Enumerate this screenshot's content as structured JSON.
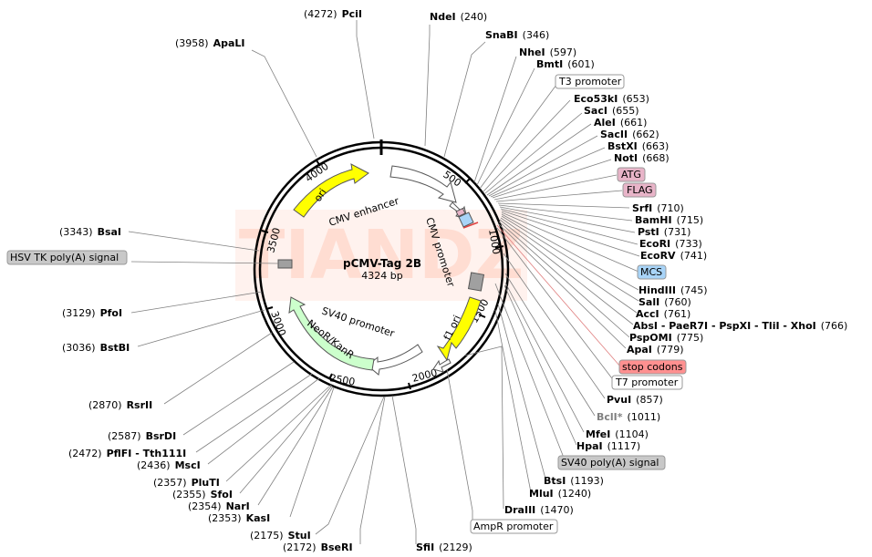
{
  "plasmid": {
    "name": "pCMV-Tag 2B",
    "length": "4324 bp"
  },
  "watermark": "TIANDZ",
  "ticks": [
    "500",
    "1000",
    "1500",
    "2000",
    "2500",
    "3000",
    "3500",
    "4000"
  ],
  "features": [
    {
      "id": "ori",
      "label": "ori",
      "color": "#ffff00"
    },
    {
      "id": "cmv-enhancer",
      "label": "CMV enhancer",
      "color": "#ffffff"
    },
    {
      "id": "cmv-promoter",
      "label": "CMV promoter",
      "color": "#ffffff"
    },
    {
      "id": "f1-ori",
      "label": "f1 ori",
      "color": "#ffff00"
    },
    {
      "id": "sv40-promoter",
      "label": "SV40 promoter",
      "color": "#ffffff"
    },
    {
      "id": "neor-kanr",
      "label": "NeoR/KanR",
      "color": "#ccffcc"
    }
  ],
  "sites": [
    {
      "name": "PciI",
      "pos": "(4272)"
    },
    {
      "name": "ApaLI",
      "pos": "(3958)"
    },
    {
      "name": "NdeI",
      "pos": "(240)"
    },
    {
      "name": "SnaBI",
      "pos": "(346)"
    },
    {
      "name": "NheI",
      "pos": "(597)"
    },
    {
      "name": "BmtI",
      "pos": "(601)"
    },
    {
      "name": "Eco53kI",
      "pos": "(653)"
    },
    {
      "name": "SacI",
      "pos": "(655)"
    },
    {
      "name": "AleI",
      "pos": "(661)"
    },
    {
      "name": "SacII",
      "pos": "(662)"
    },
    {
      "name": "BstXI",
      "pos": "(663)"
    },
    {
      "name": "NotI",
      "pos": "(668)"
    },
    {
      "name": "SrfI",
      "pos": "(710)"
    },
    {
      "name": "BamHI",
      "pos": "(715)"
    },
    {
      "name": "PstI",
      "pos": "(731)"
    },
    {
      "name": "EcoRI",
      "pos": "(733)"
    },
    {
      "name": "EcoRV",
      "pos": "(741)"
    },
    {
      "name": "HindIII",
      "pos": "(745)"
    },
    {
      "name": "SalI",
      "pos": "(760)"
    },
    {
      "name": "AccI",
      "pos": "(761)"
    },
    {
      "name": "AbsI - PaeR7I - PspXI - TliI - XhoI",
      "pos": "(766)"
    },
    {
      "name": "PspOMI",
      "pos": "(775)"
    },
    {
      "name": "ApaI",
      "pos": "(779)"
    },
    {
      "name": "PvuI",
      "pos": "(857)"
    },
    {
      "name": "BclI*",
      "pos": "(1011)"
    },
    {
      "name": "MfeI",
      "pos": "(1104)"
    },
    {
      "name": "HpaI",
      "pos": "(1117)"
    },
    {
      "name": "BtsI",
      "pos": "(1193)"
    },
    {
      "name": "MluI",
      "pos": "(1240)"
    },
    {
      "name": "DraIII",
      "pos": "(1470)"
    },
    {
      "name": "SfiI",
      "pos": "(2129)"
    },
    {
      "name": "BseRI",
      "pos": "(2172)"
    },
    {
      "name": "StuI",
      "pos": "(2175)"
    },
    {
      "name": "KasI",
      "pos": "(2353)"
    },
    {
      "name": "NarI",
      "pos": "(2354)"
    },
    {
      "name": "SfoI",
      "pos": "(2355)"
    },
    {
      "name": "PluTI",
      "pos": "(2357)"
    },
    {
      "name": "MscI",
      "pos": "(2436)"
    },
    {
      "name": "PflFI - Tth111I",
      "pos": "(2472)"
    },
    {
      "name": "BsrDI",
      "pos": "(2587)"
    },
    {
      "name": "RsrII",
      "pos": "(2870)"
    },
    {
      "name": "BstBI",
      "pos": "(3036)"
    },
    {
      "name": "PfoI",
      "pos": "(3129)"
    },
    {
      "name": "BsaI",
      "pos": "(3343)"
    }
  ],
  "boxes": [
    {
      "label": "T3 promoter",
      "fill": "#ffffff",
      "stroke": "#999999"
    },
    {
      "label": "ATG",
      "fill": "#e8b4c8",
      "stroke": "#999999"
    },
    {
      "label": "FLAG",
      "fill": "#e8b4c8",
      "stroke": "#999999"
    },
    {
      "label": "MCS",
      "fill": "#a8d4f8",
      "stroke": "#999999"
    },
    {
      "label": "stop codons",
      "fill": "#ff9090",
      "stroke": "#999999"
    },
    {
      "label": "T7 promoter",
      "fill": "#ffffff",
      "stroke": "#999999"
    },
    {
      "label": "SV40 poly(A) signal",
      "fill": "#c8c8c8",
      "stroke": "#999999"
    },
    {
      "label": "AmpR promoter",
      "fill": "#ffffff",
      "stroke": "#999999"
    },
    {
      "label": "HSV TK poly(A) signal",
      "fill": "#c8c8c8",
      "stroke": "#999999"
    }
  ]
}
